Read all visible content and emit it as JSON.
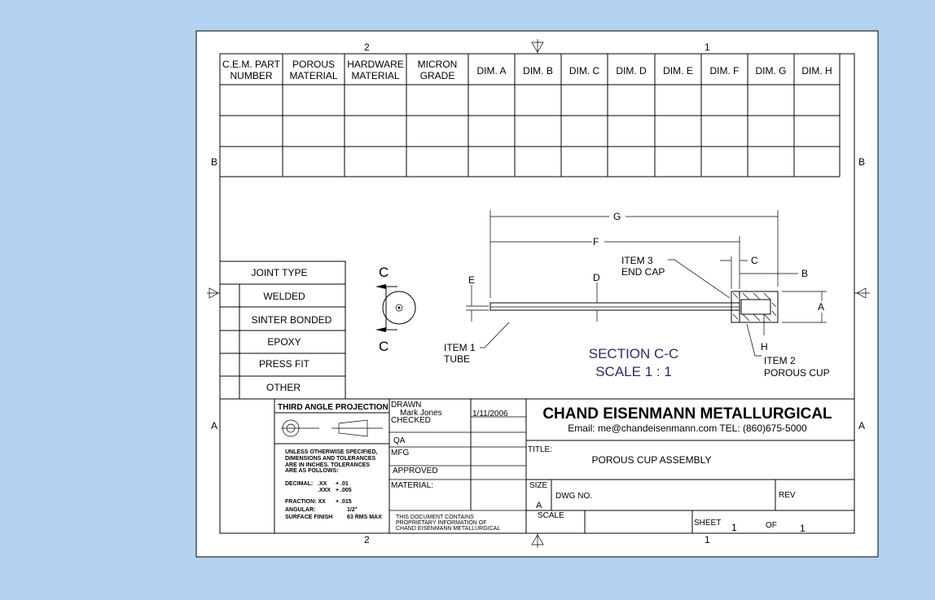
{
  "border": {
    "zones_top": [
      "2",
      "1"
    ],
    "zones_bottom": [
      "2",
      "1"
    ],
    "zones_side": [
      "B",
      "A"
    ]
  },
  "parts_table": {
    "headers": [
      [
        "C.E.M. PART",
        "NUMBER"
      ],
      [
        "POROUS",
        "MATERIAL"
      ],
      [
        "HARDWARE",
        "MATERIAL"
      ],
      [
        "MICRON",
        "GRADE"
      ],
      [
        "DIM. A"
      ],
      [
        "DIM. B"
      ],
      [
        "DIM. C"
      ],
      [
        "DIM. D"
      ],
      [
        "DIM. E"
      ],
      [
        "DIM. F"
      ],
      [
        "DIM. G"
      ],
      [
        "DIM. H"
      ]
    ]
  },
  "joint_table": {
    "title": "JOINT TYPE",
    "options": [
      "WELDED",
      "SINTER BONDED",
      "EPOXY",
      "PRESS FIT",
      "OTHER"
    ]
  },
  "section_view": {
    "label": "C"
  },
  "drawing": {
    "dims": [
      "G",
      "F",
      "C",
      "B",
      "A",
      "E",
      "D",
      "H"
    ],
    "item3": [
      "ITEM 3",
      "END CAP"
    ],
    "item1": [
      "ITEM 1",
      "TUBE"
    ],
    "item2": [
      "ITEM 2",
      "POROUS CUP"
    ],
    "section_title": "SECTION  C-C",
    "section_scale": "SCALE 1 : 1"
  },
  "title_block": {
    "projection": "THIRD ANGLE PROJECTION",
    "notes": [
      "UNLESS OTHERWISE SPECIFIED,",
      "DIMENSIONS AND TOLERANCES",
      "ARE IN INCHES. TOLERANCES",
      "ARE AS FOLLOWS:"
    ],
    "decimal_label": "DECIMAL:",
    "decimal_xx": ".XX",
    "decimal_xx_tol": "+ .01",
    "decimal_xxx": ".XXX",
    "decimal_xxx_tol": "+ .005",
    "fraction_label": "FRACTION: XX",
    "fraction_tol": "+ .015",
    "angular_label": "ANGULAR:",
    "angular_tol": "1/2°",
    "finish_label": "SURFACE FINISH",
    "finish_value": "63 RMS MAX",
    "drawn": "DRAWN",
    "drawn_by": "Mark Jones",
    "drawn_date": "1/11/2006",
    "checked": "CHECKED",
    "qa": "QA",
    "mfg": "MFG",
    "approved": "APPROVED",
    "material": "MATERIAL:",
    "proprietary": [
      "THIS DOCUMENT CONTAINS",
      "PROPRIETARY INFORMATION OF",
      "CHAND EISENMANN METALLURGICAL"
    ],
    "company": "CHAND EISENMANN METALLURGICAL",
    "contact": "Email: me@chandeisenmann.com    TEL: (860)675-5000",
    "title_label": "TITLE:",
    "title": "POROUS CUP ASSEMBLY",
    "size_label": "SIZE",
    "size": "A",
    "dwg_no": "DWG NO.",
    "rev": "REV",
    "scale": "SCALE",
    "sheet": "SHEET",
    "sheet_num": "1",
    "of": "OF",
    "sheet_total": "1"
  }
}
